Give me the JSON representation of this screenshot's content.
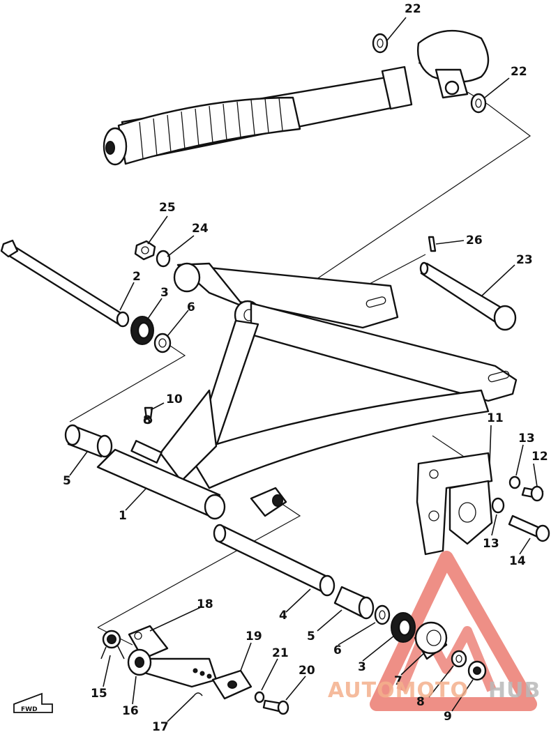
{
  "callouts": [
    {
      "id": "c22a",
      "text": "22"
    },
    {
      "id": "c22b",
      "text": "22"
    },
    {
      "id": "c25",
      "text": "25"
    },
    {
      "id": "c24",
      "text": "24"
    },
    {
      "id": "c26",
      "text": "26"
    },
    {
      "id": "c23",
      "text": "23"
    },
    {
      "id": "c2",
      "text": "2"
    },
    {
      "id": "c3a",
      "text": "3"
    },
    {
      "id": "c6a",
      "text": "6"
    },
    {
      "id": "c10",
      "text": "10"
    },
    {
      "id": "c8a",
      "text": "8"
    },
    {
      "id": "c11",
      "text": "11"
    },
    {
      "id": "c13a",
      "text": "13"
    },
    {
      "id": "c12",
      "text": "12"
    },
    {
      "id": "c5a",
      "text": "5"
    },
    {
      "id": "c1",
      "text": "1"
    },
    {
      "id": "c13b",
      "text": "13"
    },
    {
      "id": "c14",
      "text": "14"
    },
    {
      "id": "c4",
      "text": "4"
    },
    {
      "id": "c18",
      "text": "18"
    },
    {
      "id": "c5b",
      "text": "5"
    },
    {
      "id": "c19",
      "text": "19"
    },
    {
      "id": "c6b",
      "text": "6"
    },
    {
      "id": "c21",
      "text": "21"
    },
    {
      "id": "c3b",
      "text": "3"
    },
    {
      "id": "c20",
      "text": "20"
    },
    {
      "id": "c7",
      "text": "7"
    },
    {
      "id": "c15",
      "text": "15"
    },
    {
      "id": "c16",
      "text": "16"
    },
    {
      "id": "c8b",
      "text": "8"
    },
    {
      "id": "c9",
      "text": "9"
    },
    {
      "id": "c17",
      "text": "17"
    }
  ],
  "front_marker": "FWD",
  "watermark": {
    "part1": "AUTOMOTO",
    "part2": "HUB",
    "color1": "#f4b08c",
    "color2": "#b9b9b9",
    "logo_color": "#e86a5e"
  }
}
